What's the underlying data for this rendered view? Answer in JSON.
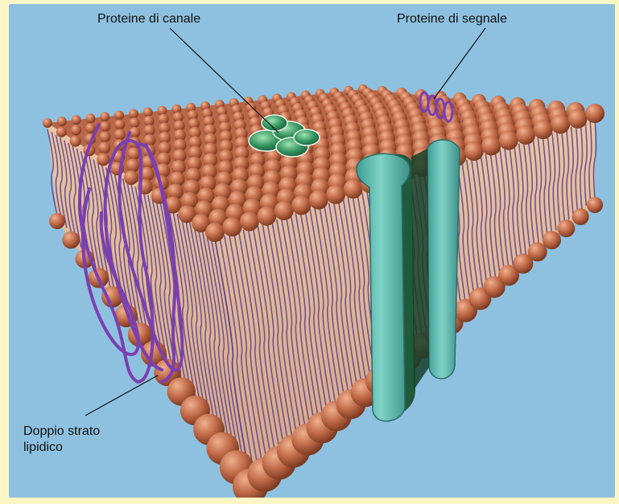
{
  "labels": {
    "channel_proteins": "Proteine di canale",
    "signal_proteins": "Proteine di segnale",
    "lipid_bilayer_line1": "Doppio strato",
    "lipid_bilayer_line2": "lipidico"
  },
  "colors": {
    "frame": "#fbf6c4",
    "background": "#8ec1e0",
    "lipid_head": "#c8714e",
    "lipid_head_dark": "#7e3b22",
    "lipid_tail": "#5a3f8e",
    "channel_protein": "#2f8f5a",
    "transmembrane_protein": "#5cb8ad",
    "fiber": "#7b3fb0"
  }
}
